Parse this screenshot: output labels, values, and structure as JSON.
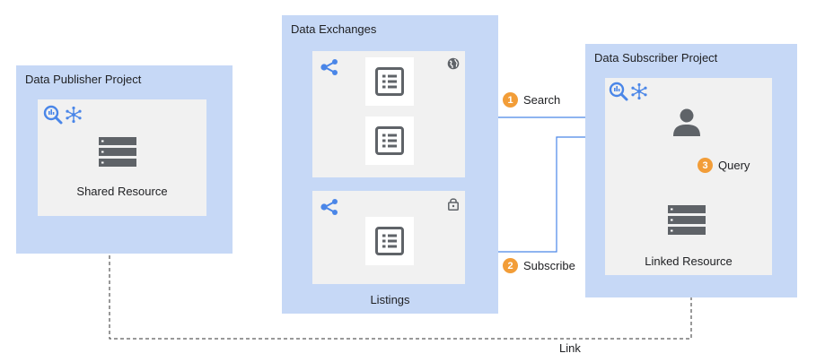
{
  "publisher": {
    "title": "Data Publisher Project",
    "resource_label": "Shared Resource"
  },
  "exchanges": {
    "title": "Data Exchanges",
    "listings_label": "Listings"
  },
  "subscriber": {
    "title": "Data Subscriber Project",
    "resource_label": "Linked Resource"
  },
  "steps": [
    {
      "number": "1",
      "label": "Search"
    },
    {
      "number": "2",
      "label": "Subscribe"
    },
    {
      "number": "3",
      "label": "Query"
    }
  ],
  "link_label": "Link",
  "colors": {
    "project_bg": "#c6d8f6",
    "box_bg": "#f1f1f1",
    "arrow": "#4a86e8",
    "badge": "#f29d38",
    "icon": "#5f6368",
    "bigquery": "#4a86e8"
  }
}
